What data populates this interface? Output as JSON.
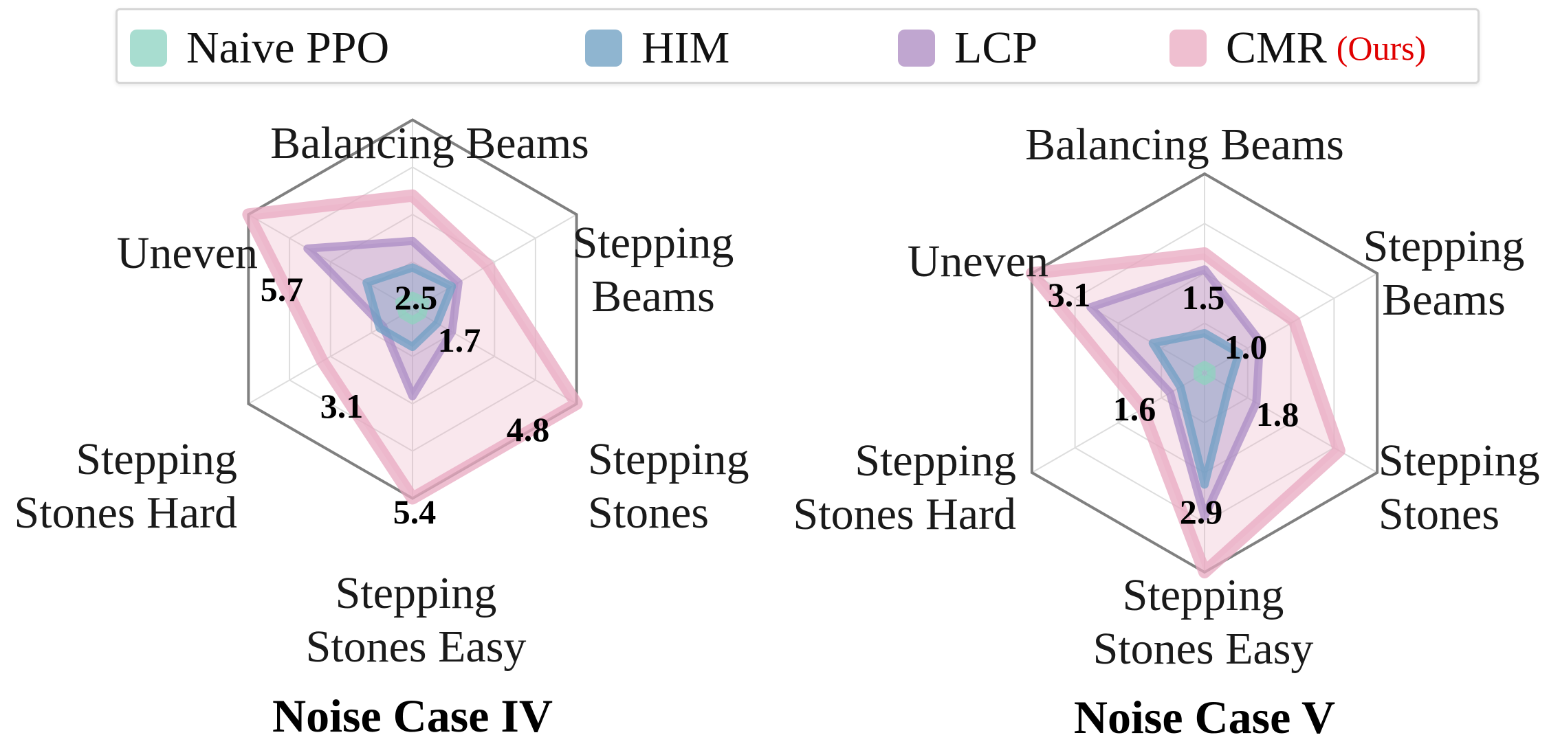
{
  "legend": {
    "items": [
      {
        "name": "Naive PPO",
        "suffix": "",
        "color": "#a8ddd0"
      },
      {
        "name": "HIM",
        "suffix": "",
        "color": "#8fb5d0"
      },
      {
        "name": "LCP",
        "suffix": "",
        "color": "#c0a6d0"
      },
      {
        "name": "CMR",
        "suffix": "(Ours)",
        "color": "#efbfd0"
      }
    ]
  },
  "colors": {
    "naive_ppo": "#8fd3bf",
    "him": "#6f9fc4",
    "lcp": "#a98bc4",
    "cmr": "#e8a8c0",
    "suffix_red": "#e00000",
    "hexagon": "#808080",
    "grid": "#dddddd"
  },
  "chart_data": [
    {
      "type": "radar",
      "title": "Noise Case IV",
      "axes": [
        [
          "Balancing Beams"
        ],
        [
          "Stepping",
          "Beams"
        ],
        [
          "Stepping",
          "Stones"
        ],
        [
          "Stepping",
          "Stones Easy"
        ],
        [
          "Stepping",
          "Stones Hard"
        ],
        [
          "Uneven"
        ]
      ],
      "max_values": [
        2.5,
        1.7,
        4.8,
        5.4,
        3.1,
        5.7
      ],
      "value_labels": [
        "2.5",
        "1.7",
        "4.8",
        "5.4",
        "3.1",
        "5.7"
      ],
      "series": [
        {
          "name": "Naive PPO",
          "values": [
            0.07,
            0.08,
            0.06,
            0.06,
            0.06,
            0.08
          ]
        },
        {
          "name": "HIM",
          "values": [
            0.22,
            0.24,
            0.15,
            0.2,
            0.2,
            0.28
          ]
        },
        {
          "name": "LCP",
          "values": [
            0.36,
            0.28,
            0.24,
            0.46,
            0.18,
            0.64
          ]
        },
        {
          "name": "CMR",
          "values": [
            0.6,
            0.46,
            1.0,
            1.0,
            0.55,
            1.0
          ]
        }
      ]
    },
    {
      "type": "radar",
      "title": "Noise Case V",
      "axes": [
        [
          "Balancing Beams"
        ],
        [
          "Stepping",
          "Beams"
        ],
        [
          "Stepping",
          "Stones"
        ],
        [
          "Stepping",
          "Stones Easy"
        ],
        [
          "Stepping",
          "Stones Hard"
        ],
        [
          "Uneven"
        ]
      ],
      "max_values": [
        1.5,
        1.0,
        1.8,
        2.9,
        1.6,
        3.1
      ],
      "value_labels": [
        "1.5",
        "1.0",
        "1.8",
        "2.9",
        "1.6",
        "3.1"
      ],
      "series": [
        {
          "name": "Naive PPO",
          "values": [
            0.04,
            0.04,
            0.04,
            0.04,
            0.04,
            0.04
          ]
        },
        {
          "name": "HIM",
          "values": [
            0.2,
            0.2,
            0.14,
            0.56,
            0.14,
            0.3
          ]
        },
        {
          "name": "LCP",
          "values": [
            0.52,
            0.32,
            0.3,
            0.72,
            0.2,
            0.66
          ]
        },
        {
          "name": "CMR",
          "values": [
            0.6,
            0.52,
            0.78,
            1.0,
            0.36,
            1.0
          ]
        }
      ]
    }
  ]
}
